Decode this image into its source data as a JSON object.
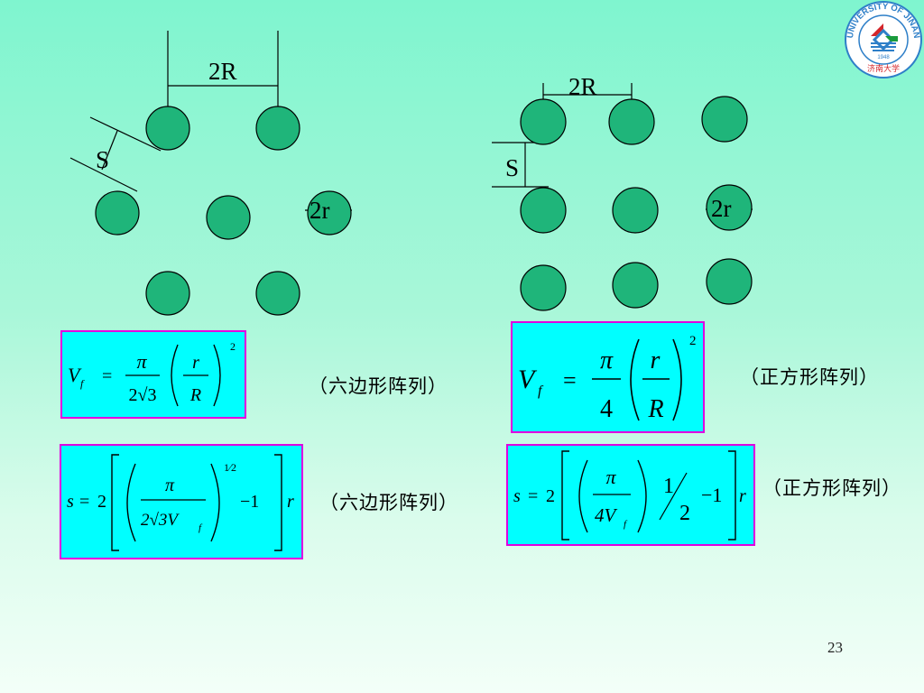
{
  "slide": {
    "page_number": "23",
    "logo": {
      "text_top": "UNIVERSITY OF JINAN",
      "year": "1948",
      "text_bottom": "济南大学",
      "colors": {
        "blue": "#2e7fc8",
        "red": "#d4262b",
        "green": "#1a9b3c"
      }
    },
    "hex_diagram": {
      "label_2R": "2R",
      "label_S": "S",
      "label_2r": "2r"
    },
    "square_diagram": {
      "label_2R": "2R",
      "label_S": "S",
      "label_2r": "2r"
    },
    "formulas": {
      "hex_vf": {
        "lhs": "V",
        "lhs_sub": "f",
        "eq": "=",
        "num_pi": "π",
        "den": "2√3",
        "r": "r",
        "R": "R",
        "power": "2"
      },
      "square_vf": {
        "lhs": "V",
        "lhs_sub": "f",
        "eq": "=",
        "num_pi": "π",
        "den": "4",
        "r": "r",
        "R": "R",
        "power": "2"
      },
      "hex_s": {
        "lhs": "s",
        "eq": "=",
        "coef": "2",
        "num_pi": "π",
        "den_main": "2√3V",
        "den_sub": "f",
        "exp": "1⁄2",
        "minus_one": "−1",
        "r": "r"
      },
      "square_s": {
        "lhs": "s",
        "eq": "=",
        "coef": "2",
        "num_pi": "π",
        "den_main": "4V",
        "den_sub": "f",
        "exp_num": "1",
        "exp_den": "2",
        "minus_one": "−1",
        "r": "r"
      }
    },
    "captions": {
      "hex_vf": "（六边形阵列）",
      "square_vf": "（正方形阵列）",
      "hex_s": "（六边形阵列）",
      "square_s": "（正方形阵列）"
    },
    "colors": {
      "circle_fill": "#1fb57a",
      "formula_bg": "#00ffff",
      "formula_border": "#e000e0"
    }
  }
}
